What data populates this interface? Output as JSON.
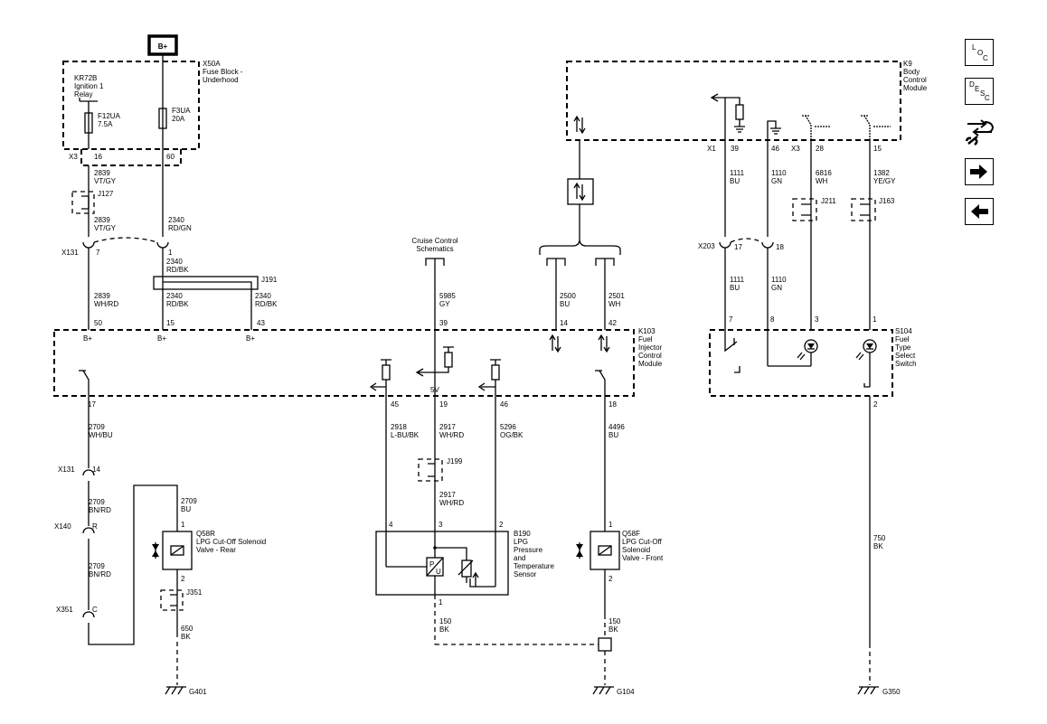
{
  "power": {
    "label": "B+"
  },
  "x50a": {
    "lines": [
      "X50A",
      "Fuse Block -",
      "Underhood"
    ]
  },
  "relay": {
    "lines": [
      "KR72B",
      "Ignition 1",
      "Relay"
    ]
  },
  "f12ua": {
    "lines": [
      "F12UA",
      "7.5A"
    ]
  },
  "f3ua": {
    "lines": [
      "F3UA",
      "20A"
    ]
  },
  "x3_left": "X3",
  "pin_16": "16",
  "pin_60": "60",
  "w2839_a": {
    "lines": [
      "2839",
      "VT/GY"
    ]
  },
  "j127": "J127",
  "w2839_b": {
    "lines": [
      "2839",
      "VT/GY"
    ]
  },
  "w2340_rdgn": {
    "lines": [
      "2340",
      "RD/GN"
    ]
  },
  "x131_top": "X131",
  "pin_7": "7",
  "pin_1": "1",
  "w2340_rdbk_a": {
    "lines": [
      "2340",
      "RD/BK"
    ]
  },
  "j191": "J191",
  "w2839_whrd": {
    "lines": [
      "2839",
      "WH/RD"
    ]
  },
  "w2340_rdbk_b": {
    "lines": [
      "2340",
      "RD/BK"
    ]
  },
  "w2340_rdbk_c": {
    "lines": [
      "2340",
      "RD/BK"
    ]
  },
  "cruise": {
    "lines": [
      "Cruise Control",
      "Schematics"
    ]
  },
  "w5985": {
    "lines": [
      "5985",
      "GY"
    ]
  },
  "w2500": {
    "lines": [
      "2500",
      "BU"
    ]
  },
  "w2501": {
    "lines": [
      "2501",
      "WH"
    ]
  },
  "k103_pins_top": [
    "50",
    "15",
    "43",
    "39",
    "14",
    "42"
  ],
  "bplus": [
    "B+",
    "B+",
    "B+"
  ],
  "k103": {
    "lines": [
      "K103",
      "Fuel",
      "Injector",
      "Control",
      "Module"
    ]
  },
  "v5": "5V",
  "k103_pins_bottom": [
    "17",
    "45",
    "19",
    "46",
    "18"
  ],
  "w2709_whbu": {
    "lines": [
      "2709",
      "WH/BU"
    ]
  },
  "w2918": {
    "lines": [
      "2918",
      "L-BU/BK"
    ]
  },
  "w2917_a": {
    "lines": [
      "2917",
      "WH/RD"
    ]
  },
  "w5296": {
    "lines": [
      "5296",
      "OG/BK"
    ]
  },
  "w4496": {
    "lines": [
      "4496",
      "BU"
    ]
  },
  "x131_bot": "X131",
  "pin_14": "14",
  "j199": "J199",
  "w2917_b": {
    "lines": [
      "2917",
      "WH/RD"
    ]
  },
  "w2709_bnrd_a": {
    "lines": [
      "2709",
      "BN/RD"
    ]
  },
  "w2709_bu": {
    "lines": [
      "2709",
      "BU"
    ]
  },
  "x140": "X140",
  "pin_r": "R",
  "q58r": {
    "lines": [
      "Q58R",
      "LPG Cut-Off Solenoid",
      "Valve - Rear"
    ]
  },
  "q58r_pins": [
    "1",
    "2"
  ],
  "w2709_bnrd_b": {
    "lines": [
      "2709",
      "BN/RD"
    ]
  },
  "b190_pins": [
    "4",
    "3",
    "2",
    "1"
  ],
  "b190": {
    "lines": [
      "B190",
      "LPG",
      "Pressure",
      "and",
      "Temperature",
      "Sensor"
    ]
  },
  "q58f": {
    "lines": [
      "Q58F",
      "LPG Cut-Off",
      "Solenoid",
      "Valve - Front"
    ]
  },
  "q58f_pins": [
    "1",
    "2"
  ],
  "x351": "X351",
  "pin_c": "C",
  "j351": "J351",
  "w650": {
    "lines": [
      "650",
      "BK"
    ]
  },
  "w150_a": {
    "lines": [
      "150",
      "BK"
    ]
  },
  "w150_b": {
    "lines": [
      "150",
      "BK"
    ]
  },
  "g401": "G401",
  "g104": "G104",
  "g350": "G350",
  "k9": {
    "lines": [
      "K9",
      "Body",
      "Control",
      "Module"
    ]
  },
  "x1": "X1",
  "x3_right": "X3",
  "k9_pins": [
    "39",
    "46",
    "28",
    "15"
  ],
  "w1111_a": {
    "lines": [
      "1111",
      "BU"
    ]
  },
  "w1110_a": {
    "lines": [
      "1110",
      "GN"
    ]
  },
  "w6816": {
    "lines": [
      "6816",
      "WH"
    ]
  },
  "w1382": {
    "lines": [
      "1382",
      "YE/GY"
    ]
  },
  "j211": "J211",
  "j163": "J163",
  "x203": "X203",
  "x203_pins": [
    "17",
    "18"
  ],
  "w1111_b": {
    "lines": [
      "1111",
      "BU"
    ]
  },
  "w1110_b": {
    "lines": [
      "1110",
      "GN"
    ]
  },
  "s104_pins": [
    "7",
    "8",
    "3",
    "1",
    "2"
  ],
  "s104": {
    "lines": [
      "S104",
      "Fuel",
      "Type",
      "Select",
      "Switch"
    ]
  },
  "w750": {
    "lines": [
      "750",
      "BK"
    ]
  },
  "nav": {
    "loc": "LOC",
    "desc": "DESC"
  }
}
